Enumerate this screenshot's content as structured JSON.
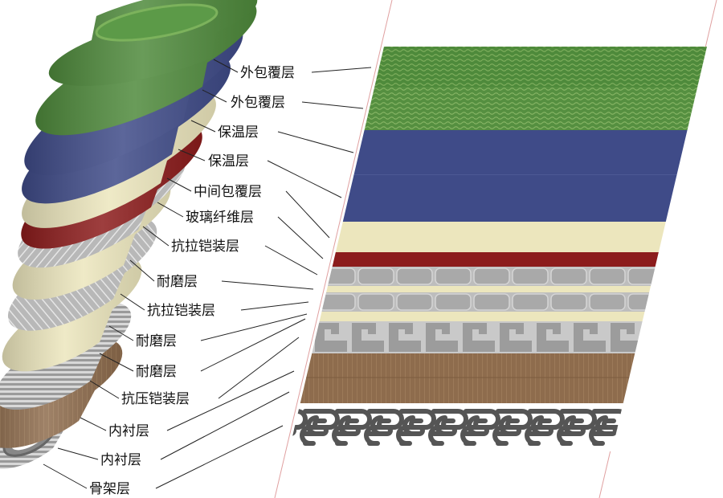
{
  "labels": {
    "outer_cover_1": "外包覆层",
    "outer_cover_2": "外包覆层",
    "insulation_1": "保温层",
    "insulation_2": "保温层",
    "middle_cover": "中间包覆层",
    "glass_fiber": "玻璃纤维层",
    "tensile_armor_1": "抗拉铠装层",
    "wear_1": "耐磨层",
    "tensile_armor_2": "抗拉铠装层",
    "wear_2": "耐磨层",
    "wear_3": "耐磨层",
    "pressure_armor": "抗压铠装层",
    "liner_1": "内衬层",
    "liner_2": "内衬层",
    "carcass": "骨架层"
  },
  "colors": {
    "green": "#4f8a3c",
    "blue": "#3f4b88",
    "cream": "#ece6bd",
    "red": "#8c1c1c",
    "gray": "#b4b4b4",
    "brown": "#8d6b4c",
    "dark": "#555555"
  }
}
